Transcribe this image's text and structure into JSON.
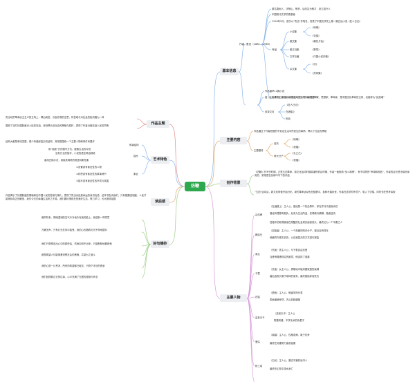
{
  "root": "仿鞭",
  "branches": {
    "basic": "基本信息",
    "content": "主要内容",
    "background": "创作背景",
    "characters": "主要人物",
    "theme": "作品主题",
    "art": "艺术特色",
    "reading": "读后感",
    "sentences": "好句摘抄"
  },
  "basic": {
    "author": "作者",
    "luxun": "鲁迅（1881—1936）",
    "b1": "原名周树人，字豫山、豫亭，后改名为豫才，浙江绍兴人",
    "b2": "中国现代文学的奠基者",
    "b3": "1918年5月，首次以“鲁迅”作笔名，发表了中国文学史上第一篇白话小说《狂人日记》",
    "works": "作品",
    "novel": "小说集",
    "n1": "《呐喊》",
    "n2": "《彷徨》",
    "prose": "散文集",
    "p1": "《朝花夕拾》",
    "poem": "散文诗集",
    "pm1": "《野草》",
    "lit": "文学论著",
    "l1": "《中国小说史略》",
    "essay": "杂文集",
    "e1": "《坟》",
    "e2": "《热风集》",
    "b4": "毛泽东主席评价他是伟大的无产阶级的文学家、思想家、革命家，是中国文化革命的主将，也被称为“民族魂”",
    "pub": "作品最早11篇小说",
    "w1": "被《北京周刊》评选为20世纪中文小说100强第12",
    "coll": "收录文言",
    "c1": "《狂人日记》",
    "c2": "在酒楼上",
    "c3": "伤逝"
  },
  "content": {
    "t1": "作品通过了作者短暂的不安定生活中所发生的事情，揭示了社会的黑暗",
    "structure": "主要题材",
    "sw": "旧风",
    "sw1": "《呐喊》",
    "sw2": "《祝福》",
    "sn": "现代分子",
    "sn1": "《孔乙己》",
    "sn2": "《祝福》"
  },
  "background": {
    "t1": "《仿鞭》的写作时期，正是五四革命、新文化运动时期高潮的低谷时期，作者一面抱着“战斗精神”，有不成熟的“声调和颜色”，作者的目光是冷峻而深刻的，常常是在忧郁中写下的作品",
    "t2": "“五四”运动后，新文化阵营开始分化，新的革命运动也在酝酿中，各种矛盾纷呈，作者在这样的环境下，陷入了彷徨，同时也在思考探索"
  },
  "theme": {
    "t1": "鲁迅动员革命民主主义的立场上：揭出病苦，引起疗救的注意，将苦难与对社会的批判融为一体",
    "t2": "展现了当时封建制度对人民的压迫，深刻揭示旧社会的黑暗与腐朽，表现了作者对被压迫人民的同情"
  },
  "art": {
    "structure": "叙事结构",
    "a1": "结构大都是单线发展，很少有错综复杂的结构，常常是围绕一个主要人物和事件来展开",
    "a2": "用“画面”式的描写方法，截取生活的片段",
    "desc": "描写",
    "d1": "没有冗长的描写，小说的语言简洁精练",
    "d2": "善用白描手法，用极其简练的笔墨勾勒形象",
    "method": "象征",
    "m1": "①设置具有象征性的人物",
    "m2": "②构思具有象征性的故事情节",
    "m3": "③描写具有象征性的环境与氛围"
  },
  "reading": {
    "t1": "作品揭示了封建制度的黑暗和旧中国人民的苦难与挣扎，表现了鲁迅对民族命运的深切忧虑，这本书告诉我们，只有推翻旧制度，人民才能得到真正的解放，我们今天的幸福生活来之不易，我们要珍惜现在的美好生活，努力学习，长大报效祖国"
  },
  "sentences": {
    "s1": "微风吹来，阴暗湿润的空气冷冷地扑在我的脸上，我感到一阵寒意",
    "s2": "万籁无声，只有灯光在风中摇曳，我的心也随着灯光不停地颤抖",
    "s3": "我们只是想说出心中的那些话，然而却说不出来，只能默默地看着他",
    "s4": "都是希望人们能够看清楚社会的黑暗，并能为之奋斗",
    "s5": "我的心是一片荒凉，所有的希望都已破灭，只剩下无尽的悲哀",
    "s6": "我们回顾那过去的往事，心中充满了无限的感慨与怀念"
  },
  "characters": {
    "c1": "吕纬甫",
    "c1a": "（在酒楼上）主人公，曾经是一个热血青年，却在岁月中逐渐消沉",
    "c1b": "曾经有理想有抱负，后来为生活所迫，变得敷衍模糊，随波逐流",
    "c1c": "性格中的软弱使他在残酷的社会现实面前低头，最终沦为一个平庸之人",
    "c2": "魏连殳",
    "c2a": "（孤独者）主人公，一个孤傲的知识分子，被社会所排斥",
    "c2b": "他最终向现实妥协，以自我毁灭的方式进行报复",
    "c3": "涓生",
    "c3a": "（伤逝）男主人公，与子君自由恋爱",
    "c3b": "当爱情遭遇现实的困境，他选择了逃避",
    "c4": "子君",
    "c4a": "（伤逝）女主人公，勇敢地冲破封建家庭的束缚",
    "c4b": "婚后逐渐沉溺于琐碎的家务，最终被抛弃而死去",
    "c5": "四铭",
    "c5a": "（肥皂）主人公，假道学的代表",
    "c5b": "表面道貌岸然，内心肮脏龌龊",
    "c6": "高老夫子",
    "c6a": "（高老夫子）主人公",
    "c6b": "附庸风雅，不学无术的伪君子",
    "c7": "爱姑",
    "c7a": "（离婚）主人公，性格泼辣，敢于抗争",
    "c7b": "最终在封建势力面前屈服",
    "c8": "陈士成",
    "c8a": "（白光）主人公，屡试不第的读书人",
    "c8b": "最终在幻觉中溺水身亡"
  }
}
